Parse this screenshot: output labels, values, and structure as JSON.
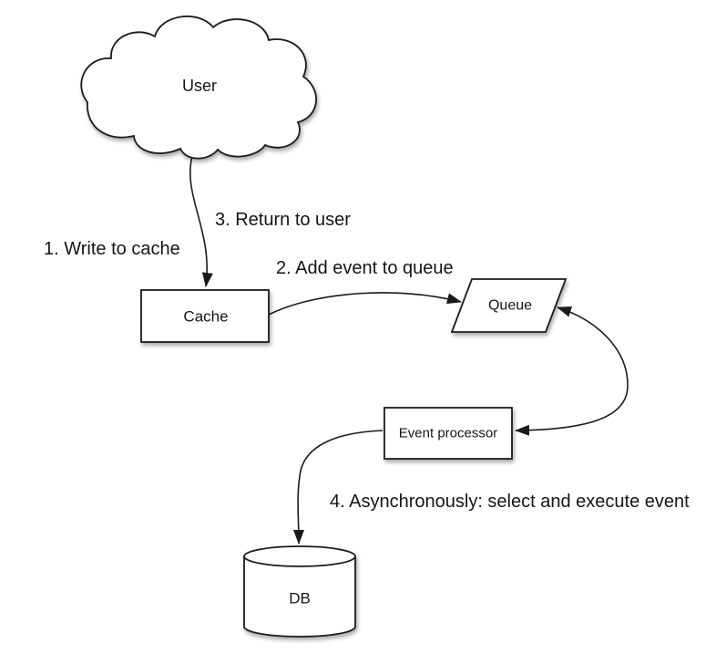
{
  "diagram": {
    "nodes": {
      "user": {
        "label": "User",
        "shape": "cloud"
      },
      "cache": {
        "label": "Cache",
        "shape": "rectangle"
      },
      "queue": {
        "label": "Queue",
        "shape": "parallelogram"
      },
      "event_processor": {
        "label": "Event processor",
        "shape": "rectangle"
      },
      "db": {
        "label": "DB",
        "shape": "cylinder"
      }
    },
    "edge_labels": {
      "step1": "1. Write to cache",
      "step2": "2. Add event to queue",
      "step3": "3. Return to user",
      "step4": "4. Asynchronously: select and execute event"
    },
    "edges": {
      "user_to_cache": "User -> Cache",
      "cache_to_queue": "Cache -> Queue",
      "queue_event_processor": "Queue <-> Event processor",
      "event_processor_to_db": "Event processor -> DB"
    },
    "colors": {
      "background": "#ffffff",
      "node_fill": "#ffffff",
      "node_stroke": "#1c1c1c",
      "arrow": "#1a1a1a",
      "text": "#151515"
    }
  }
}
